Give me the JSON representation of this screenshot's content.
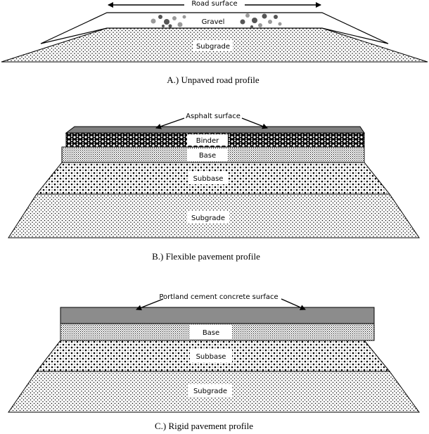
{
  "panel_a": {
    "road_surface_label": "Road surface",
    "gravel_label": "Gravel",
    "subgrade_label": "Subgrade",
    "caption": "A.) Unpaved road profile"
  },
  "panel_b": {
    "surface_label": "Asphalt surface",
    "binder_label": "Binder",
    "base_label": "Base",
    "subbase_label": "Subbase",
    "subgrade_label": "Subgrade",
    "caption": "B.) Flexible pavement profile"
  },
  "panel_c": {
    "surface_label": "Portland cement concrete surface",
    "base_label": "Base",
    "subbase_label": "Subbase",
    "subgrade_label": "Subgrade",
    "caption": "C.) Rigid pavement profile"
  },
  "colors": {
    "asphalt_fill": "#7f7f7f",
    "concrete_fill": "#8c8c8c",
    "gravel_stone_light": "#9a9a9a",
    "gravel_stone_dark": "#555555"
  }
}
